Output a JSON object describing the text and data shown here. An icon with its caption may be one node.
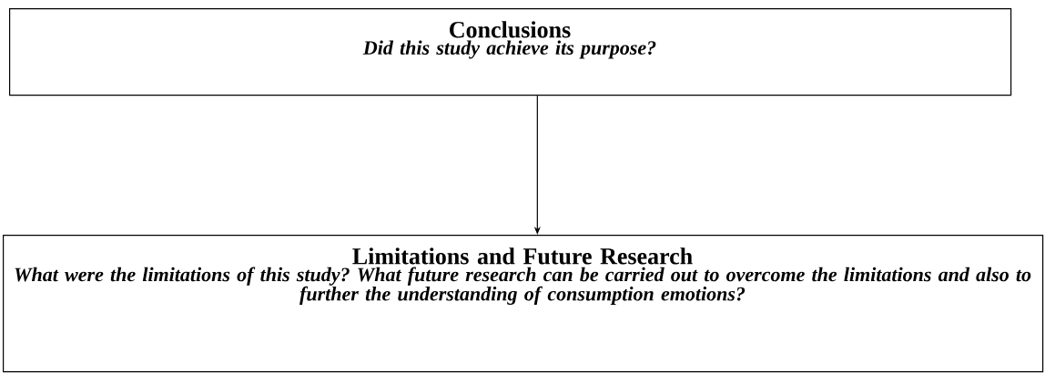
{
  "diagram": {
    "nodes": [
      {
        "text": [
          "Conclusions",
          "Did this study achieve its purpose?"
        ]
      },
      {
        "text": [
          "Limitations and Future Research",
          "What were the limitations of this study? What future research can be carried out to overcome the limitations and also to further the understanding of consumption emotions?"
        ]
      }
    ],
    "edges": [
      {
        "from": 0,
        "to": 1,
        "arrow": "to"
      }
    ]
  }
}
